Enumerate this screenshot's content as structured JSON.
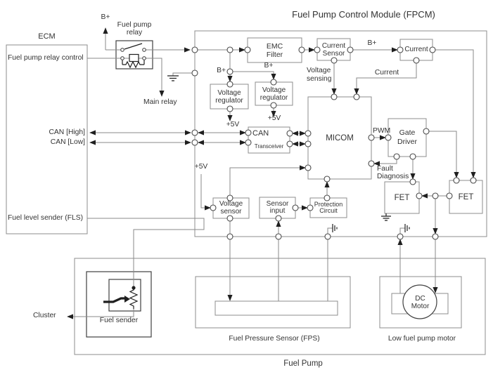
{
  "title": "Fuel Pump Control Module (FPCM)",
  "colors": {
    "wire": "#8a8a8a",
    "border": "#8c8c8c",
    "darkbox": "#3f3f3f",
    "dark": "#1f1f1f",
    "text": "#333333",
    "background": "#ffffff"
  },
  "ecm": {
    "title": "ECM",
    "pin_fuel_pump_relay_control": "Fuel pump relay control",
    "pin_can_high": "CAN [High]",
    "pin_can_low": "CAN [Low]",
    "pin_fuel_level_sender": "Fuel level sender (FLS)"
  },
  "relay_area": {
    "b_plus": "B+",
    "relay_label": "Fuel pump relay",
    "main_relay": "Main relay"
  },
  "fpcm": {
    "emc_filter": "EMC Filter",
    "current_sensor": "Current Sensor",
    "current_block": "Current",
    "b_plus_bus": "B+",
    "b_plus_reg2": "B+",
    "b_plus_out": "B+",
    "voltage_regulator1": "Voltage regulator",
    "voltage_regulator2": "Voltage regulator",
    "plus_5v_reg1": "+5V",
    "plus_5v_reg2": "+5V",
    "plus_5v_sensor": "+5V",
    "can": "CAN",
    "transceiver": "Transceiver",
    "micom": "MICOM",
    "voltage_sensing": "Voltage sensing",
    "current_signal": "Current",
    "pwm": "PWM",
    "gate_driver": "Gate Driver",
    "fault_diagnosis": "Fault Diagnosis",
    "fet_left": "FET",
    "fet_right": "FET",
    "voltage_sensor": "Voltage sensor",
    "sensor_input": "Sensor input",
    "protection_circuit": "Protection Circuit"
  },
  "fuel_pump": {
    "title": "Fuel Pump",
    "fuel_sender": "Fuel sender",
    "cluster": "Cluster",
    "fps": "Fuel Pressure Sensor (FPS)",
    "low_fuel_pump_motor": "Low fuel pump motor",
    "dc_motor": "DC Motor"
  }
}
